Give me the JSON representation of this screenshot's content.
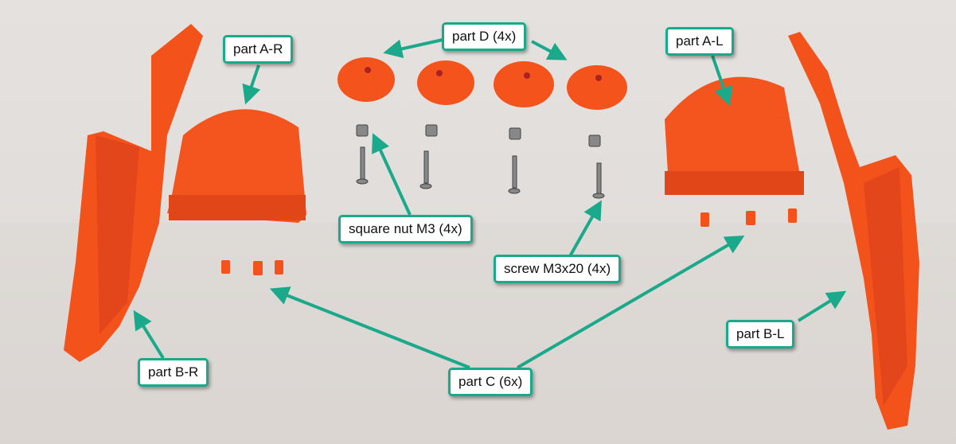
{
  "labels": {
    "part_a_r": "part A-R",
    "part_d": "part D (4x)",
    "part_a_l": "part A-L",
    "square_nut": "square nut M3 (4x)",
    "screw": "screw M3x20 (4x)",
    "part_c": "part C (6x)",
    "part_b_r": "part B-R",
    "part_b_l": "part B-L"
  },
  "colors": {
    "accent": "#1aa98a",
    "part": "#f4521b"
  }
}
